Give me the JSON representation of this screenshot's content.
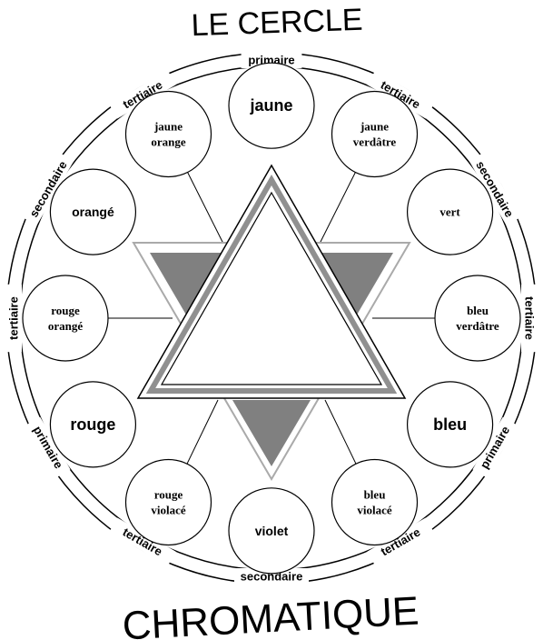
{
  "title": {
    "top": "LE CERCLE",
    "bottom": "CHROMATIQUE"
  },
  "ring_labels": [
    {
      "id": "primaire-top",
      "text": "primaire"
    },
    {
      "id": "tertiaire-top-right",
      "text": "tertiaire"
    },
    {
      "id": "secondaire-right",
      "text": "secondaire"
    },
    {
      "id": "tertiaire-right",
      "text": "tertiaire"
    },
    {
      "id": "primaire-right",
      "text": "primaire"
    },
    {
      "id": "tertiaire-bottom-right",
      "text": "tertiaire"
    },
    {
      "id": "secondaire-bottom",
      "text": "secondaire"
    },
    {
      "id": "tertiaire-bottom-left",
      "text": "tertiaire"
    },
    {
      "id": "primaire-left",
      "text": "primaire"
    },
    {
      "id": "tertiaire-left",
      "text": "tertiaire"
    },
    {
      "id": "secondaire-left",
      "text": "secondaire"
    },
    {
      "id": "tertiaire-top-left",
      "text": "tertiaire"
    }
  ],
  "colors": [
    {
      "id": "jaune",
      "lines": [
        "jaune"
      ],
      "style": "sans-large"
    },
    {
      "id": "jaune-verdatre",
      "lines": [
        "jaune",
        "verdâtre"
      ],
      "style": "serif"
    },
    {
      "id": "vert",
      "lines": [
        "vert"
      ],
      "style": "serif"
    },
    {
      "id": "bleu-verdatre",
      "lines": [
        "bleu",
        "verdâtre"
      ],
      "style": "serif"
    },
    {
      "id": "bleu",
      "lines": [
        "bleu"
      ],
      "style": "sans-large"
    },
    {
      "id": "bleu-violace",
      "lines": [
        "bleu",
        "violacé"
      ],
      "style": "serif"
    },
    {
      "id": "violet",
      "lines": [
        "violet"
      ],
      "style": "sans"
    },
    {
      "id": "rouge-violace",
      "lines": [
        "rouge",
        "violacé"
      ],
      "style": "serif"
    },
    {
      "id": "rouge",
      "lines": [
        "rouge"
      ],
      "style": "sans-large"
    },
    {
      "id": "rouge-orange",
      "lines": [
        "rouge",
        "orangé"
      ],
      "style": "serif"
    },
    {
      "id": "orange",
      "lines": [
        "orangé"
      ],
      "style": "sans"
    },
    {
      "id": "jaune-orange",
      "lines": [
        "jaune",
        "orange"
      ],
      "style": "serif"
    }
  ],
  "palette": {
    "stroke": "#000000",
    "triangle_fill": "#808080",
    "triangle_band": "#9a9a9a",
    "background": "#ffffff"
  }
}
